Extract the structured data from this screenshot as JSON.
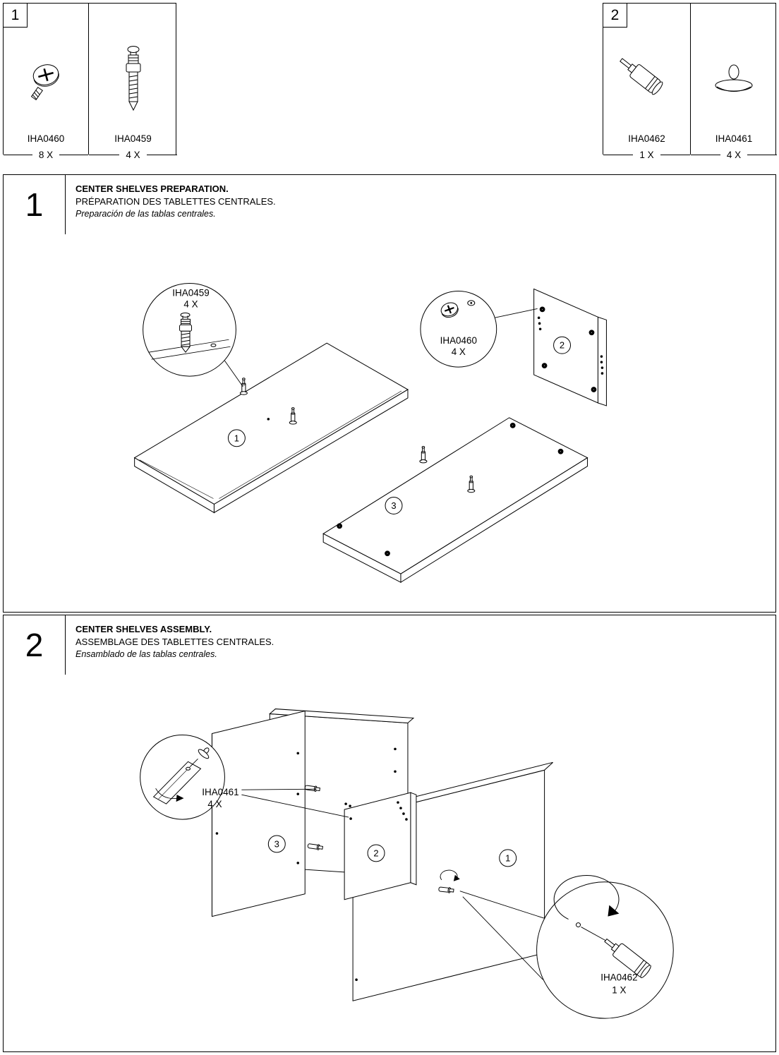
{
  "hardware_boxes": [
    {
      "number": "1",
      "items": [
        {
          "id": "IHA0460",
          "qty": "8 X",
          "icon": "cam-lock-screw-icon"
        },
        {
          "id": "IHA0459",
          "qty": "4 X",
          "icon": "cam-bolt-icon"
        }
      ]
    },
    {
      "number": "2",
      "items": [
        {
          "id": "IHA0462",
          "qty": "1 X",
          "icon": "metal-pin-icon"
        },
        {
          "id": "IHA0461",
          "qty": "4 X",
          "icon": "cam-knob-icon"
        }
      ]
    }
  ],
  "steps": [
    {
      "number": "1",
      "title_en": "CENTER SHELVES PREPARATION.",
      "title_fr": "PRÉPARATION DES TABLETTES CENTRALES.",
      "title_es": "Preparación de las tablas centrales.",
      "callouts": [
        {
          "id": "IHA0459",
          "qty": "4 X"
        },
        {
          "id": "IHA0460",
          "qty": "4 X"
        }
      ],
      "part_labels": [
        "1",
        "2",
        "3"
      ]
    },
    {
      "number": "2",
      "title_en": "CENTER SHELVES ASSEMBLY.",
      "title_fr": "ASSEMBLAGE DES TABLETTES CENTRALES.",
      "title_es": "Ensamblado de las tablas centrales.",
      "callouts": [
        {
          "id": "IHA0461",
          "qty": "4 X"
        },
        {
          "id": "IHA0462",
          "qty": "1 X"
        }
      ],
      "part_labels": [
        "1",
        "2",
        "3"
      ]
    }
  ],
  "colors": {
    "line": "#000000",
    "background": "#ffffff"
  }
}
